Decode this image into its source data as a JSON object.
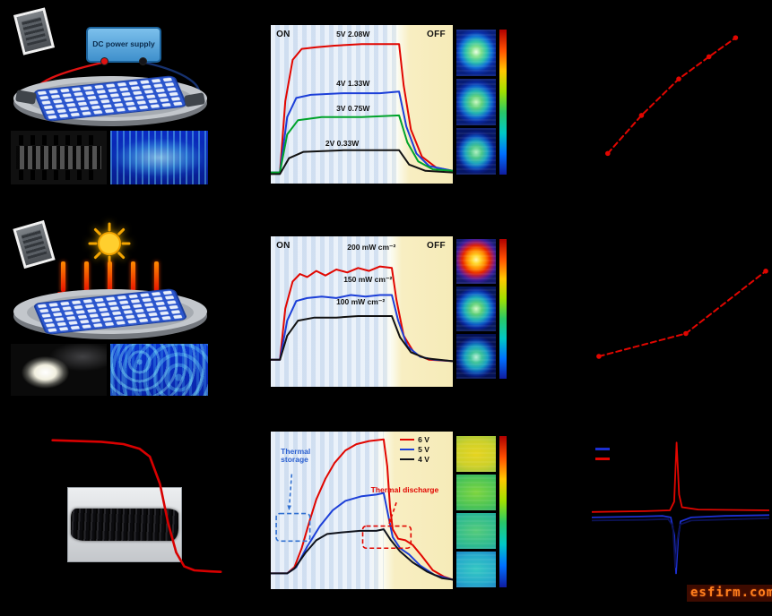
{
  "schematic": {
    "power_supply_label": "DC power supply"
  },
  "watermark": {
    "text": "esfirm.com"
  },
  "colors": {
    "accent_red": "#e10600",
    "accent_blue": "#1c3fd8",
    "accent_green": "#00a32a",
    "on_region": "#dce8f6",
    "off_region": "#f6ebb8",
    "ir_colorbar": [
      "#b00000",
      "#ff5000",
      "#ffc800",
      "#a0e000",
      "#28c868",
      "#00c8c8",
      "#0070ff",
      "#101ca0"
    ]
  },
  "chart_data": [
    {
      "id": "joule-heating-curves",
      "type": "line",
      "on_label": "ON",
      "off_label": "OFF",
      "on_fraction": 0.705,
      "xlabel": "",
      "ylabel": "",
      "series": [
        {
          "name": "5V 2.08W",
          "color": "#e10600",
          "points": [
            [
              0,
              0.07
            ],
            [
              0.05,
              0.07
            ],
            [
              0.08,
              0.52
            ],
            [
              0.12,
              0.78
            ],
            [
              0.17,
              0.85
            ],
            [
              0.25,
              0.86
            ],
            [
              0.35,
              0.87
            ],
            [
              0.5,
              0.88
            ],
            [
              0.62,
              0.88
            ],
            [
              0.705,
              0.88
            ],
            [
              0.73,
              0.62
            ],
            [
              0.77,
              0.34
            ],
            [
              0.83,
              0.17
            ],
            [
              0.91,
              0.1
            ],
            [
              1,
              0.08
            ]
          ]
        },
        {
          "name": "4V 1.33W",
          "color": "#1c3fd8",
          "points": [
            [
              0,
              0.07
            ],
            [
              0.05,
              0.07
            ],
            [
              0.09,
              0.42
            ],
            [
              0.14,
              0.54
            ],
            [
              0.22,
              0.56
            ],
            [
              0.4,
              0.57
            ],
            [
              0.6,
              0.57
            ],
            [
              0.705,
              0.58
            ],
            [
              0.745,
              0.36
            ],
            [
              0.8,
              0.19
            ],
            [
              0.87,
              0.11
            ],
            [
              1,
              0.08
            ]
          ]
        },
        {
          "name": "3V 0.75W",
          "color": "#00a32a",
          "points": [
            [
              0,
              0.07
            ],
            [
              0.05,
              0.07
            ],
            [
              0.09,
              0.31
            ],
            [
              0.15,
              0.4
            ],
            [
              0.28,
              0.42
            ],
            [
              0.5,
              0.42
            ],
            [
              0.705,
              0.43
            ],
            [
              0.75,
              0.26
            ],
            [
              0.81,
              0.14
            ],
            [
              0.89,
              0.09
            ],
            [
              1,
              0.08
            ]
          ]
        },
        {
          "name": "2V 0.33W",
          "color": "#121212",
          "points": [
            [
              0,
              0.06
            ],
            [
              0.05,
              0.06
            ],
            [
              0.1,
              0.16
            ],
            [
              0.18,
              0.2
            ],
            [
              0.4,
              0.21
            ],
            [
              0.705,
              0.21
            ],
            [
              0.76,
              0.12
            ],
            [
              0.85,
              0.08
            ],
            [
              1,
              0.07
            ]
          ]
        }
      ],
      "labels": [
        {
          "text": "5V 2.08W",
          "x": 0.36,
          "y": 0.035
        },
        {
          "text": "4V 1.33W",
          "x": 0.36,
          "y": 0.345
        },
        {
          "text": "3V 0.75W",
          "x": 0.36,
          "y": 0.5
        },
        {
          "text": "2V 0.33W",
          "x": 0.3,
          "y": 0.725
        }
      ]
    },
    {
      "id": "temp-vs-power",
      "type": "scatter",
      "xlabel": "",
      "ylabel": "",
      "series": [
        {
          "name": "",
          "color": "#e10600",
          "dashed": true,
          "markers": true,
          "points": [
            [
              0.09,
              0.19
            ],
            [
              0.28,
              0.43
            ],
            [
              0.49,
              0.66
            ],
            [
              0.66,
              0.8
            ],
            [
              0.81,
              0.92
            ]
          ]
        }
      ]
    },
    {
      "id": "photothermal-heating-curves",
      "type": "line",
      "on_label": "ON",
      "off_label": "OFF",
      "on_fraction": 0.665,
      "xlabel": "",
      "ylabel": "",
      "series": [
        {
          "name": "200 mW cm⁻²",
          "color": "#e10600",
          "points": [
            [
              0,
              0.18
            ],
            [
              0.05,
              0.18
            ],
            [
              0.08,
              0.52
            ],
            [
              0.12,
              0.7
            ],
            [
              0.16,
              0.75
            ],
            [
              0.2,
              0.73
            ],
            [
              0.25,
              0.77
            ],
            [
              0.3,
              0.74
            ],
            [
              0.36,
              0.78
            ],
            [
              0.42,
              0.76
            ],
            [
              0.48,
              0.79
            ],
            [
              0.54,
              0.77
            ],
            [
              0.6,
              0.8
            ],
            [
              0.665,
              0.79
            ],
            [
              0.69,
              0.58
            ],
            [
              0.73,
              0.34
            ],
            [
              0.79,
              0.22
            ],
            [
              0.87,
              0.18
            ],
            [
              1,
              0.17
            ]
          ]
        },
        {
          "name": "150 mW cm⁻²",
          "color": "#1c3fd8",
          "points": [
            [
              0,
              0.18
            ],
            [
              0.05,
              0.18
            ],
            [
              0.09,
              0.44
            ],
            [
              0.14,
              0.57
            ],
            [
              0.2,
              0.59
            ],
            [
              0.28,
              0.6
            ],
            [
              0.36,
              0.59
            ],
            [
              0.44,
              0.61
            ],
            [
              0.52,
              0.6
            ],
            [
              0.6,
              0.61
            ],
            [
              0.665,
              0.61
            ],
            [
              0.7,
              0.44
            ],
            [
              0.75,
              0.27
            ],
            [
              0.82,
              0.2
            ],
            [
              0.9,
              0.18
            ],
            [
              1,
              0.17
            ]
          ]
        },
        {
          "name": "100 mW cm⁻²",
          "color": "#121212",
          "points": [
            [
              0,
              0.18
            ],
            [
              0.05,
              0.18
            ],
            [
              0.09,
              0.34
            ],
            [
              0.15,
              0.44
            ],
            [
              0.24,
              0.46
            ],
            [
              0.36,
              0.46
            ],
            [
              0.48,
              0.47
            ],
            [
              0.6,
              0.47
            ],
            [
              0.665,
              0.47
            ],
            [
              0.71,
              0.33
            ],
            [
              0.77,
              0.23
            ],
            [
              0.85,
              0.19
            ],
            [
              1,
              0.17
            ]
          ]
        }
      ],
      "labels": [
        {
          "text": "200 mW cm⁻²",
          "x": 0.42,
          "y": 0.05
        },
        {
          "text": "150 mW cm⁻²",
          "x": 0.4,
          "y": 0.26
        },
        {
          "text": "100 mW cm⁻²",
          "x": 0.36,
          "y": 0.41
        }
      ]
    },
    {
      "id": "temp-vs-light-intensity",
      "type": "scatter",
      "xlabel": "",
      "ylabel": "",
      "series": [
        {
          "name": "",
          "color": "#e10600",
          "dashed": true,
          "markers": true,
          "points": [
            [
              0.04,
              0.2
            ],
            [
              0.53,
              0.35
            ],
            [
              0.98,
              0.76
            ]
          ]
        }
      ]
    },
    {
      "id": "tga-curve",
      "type": "line",
      "xlabel": "",
      "ylabel": "",
      "series": [
        {
          "name": "",
          "color": "#d80000",
          "width": 2.6,
          "points": [
            [
              0.1,
              0.95
            ],
            [
              0.22,
              0.945
            ],
            [
              0.34,
              0.94
            ],
            [
              0.45,
              0.925
            ],
            [
              0.53,
              0.895
            ],
            [
              0.58,
              0.845
            ],
            [
              0.63,
              0.67
            ],
            [
              0.67,
              0.42
            ],
            [
              0.71,
              0.23
            ],
            [
              0.75,
              0.14
            ],
            [
              0.8,
              0.115
            ],
            [
              0.88,
              0.108
            ],
            [
              0.93,
              0.105
            ]
          ]
        }
      ]
    },
    {
      "id": "storage-discharge-curves",
      "type": "line",
      "on_fraction": 0.62,
      "xlabel": "",
      "ylabel": "",
      "series": [
        {
          "name": "6 V",
          "color": "#e10600",
          "points": [
            [
              0,
              0.1
            ],
            [
              0.09,
              0.1
            ],
            [
              0.13,
              0.14
            ],
            [
              0.17,
              0.26
            ],
            [
              0.21,
              0.42
            ],
            [
              0.25,
              0.57
            ],
            [
              0.3,
              0.7
            ],
            [
              0.35,
              0.8
            ],
            [
              0.41,
              0.88
            ],
            [
              0.47,
              0.92
            ],
            [
              0.54,
              0.94
            ],
            [
              0.62,
              0.95
            ],
            [
              0.64,
              0.78
            ],
            [
              0.655,
              0.52
            ],
            [
              0.67,
              0.38
            ],
            [
              0.7,
              0.32
            ],
            [
              0.74,
              0.31
            ],
            [
              0.78,
              0.28
            ],
            [
              0.83,
              0.21
            ],
            [
              0.89,
              0.12
            ],
            [
              0.95,
              0.08
            ],
            [
              1,
              0.06
            ]
          ]
        },
        {
          "name": "5 V",
          "color": "#1c3fd8",
          "points": [
            [
              0,
              0.1
            ],
            [
              0.09,
              0.1
            ],
            [
              0.14,
              0.14
            ],
            [
              0.2,
              0.27
            ],
            [
              0.27,
              0.4
            ],
            [
              0.34,
              0.5
            ],
            [
              0.41,
              0.56
            ],
            [
              0.5,
              0.59
            ],
            [
              0.58,
              0.6
            ],
            [
              0.62,
              0.61
            ],
            [
              0.645,
              0.47
            ],
            [
              0.67,
              0.33
            ],
            [
              0.71,
              0.26
            ],
            [
              0.76,
              0.22
            ],
            [
              0.82,
              0.15
            ],
            [
              0.9,
              0.09
            ],
            [
              1,
              0.06
            ]
          ]
        },
        {
          "name": "4 V",
          "color": "#10131c",
          "points": [
            [
              0,
              0.1
            ],
            [
              0.09,
              0.1
            ],
            [
              0.13,
              0.13
            ],
            [
              0.19,
              0.23
            ],
            [
              0.25,
              0.31
            ],
            [
              0.31,
              0.35
            ],
            [
              0.39,
              0.36
            ],
            [
              0.49,
              0.37
            ],
            [
              0.58,
              0.37
            ],
            [
              0.62,
              0.38
            ],
            [
              0.66,
              0.31
            ],
            [
              0.71,
              0.24
            ],
            [
              0.78,
              0.17
            ],
            [
              0.86,
              0.11
            ],
            [
              0.94,
              0.07
            ],
            [
              1,
              0.06
            ]
          ]
        }
      ],
      "labels": [
        {
          "text": "Thermal storage",
          "color": "#2a5fd0",
          "x": 0.055,
          "y": 0.1,
          "wrap": true
        },
        {
          "text": "Thermal discharge",
          "color": "#e10600",
          "x": 0.55,
          "y": 0.345
        }
      ],
      "boxes": [
        {
          "color": "#2f6fd0",
          "x": 0.03,
          "y": 0.52,
          "w": 0.185,
          "h": 0.175
        },
        {
          "color": "#e10600",
          "x": 0.505,
          "y": 0.6,
          "w": 0.265,
          "h": 0.14
        }
      ],
      "arrows": [
        {
          "color": "#2f6fd0",
          "x1": 0.115,
          "y1": 0.27,
          "x2": 0.1,
          "y2": 0.5
        },
        {
          "color": "#e10600",
          "x1": 0.69,
          "y1": 0.45,
          "x2": 0.65,
          "y2": 0.585
        }
      ],
      "legend": {
        "x": 0.71,
        "y": 0.02
      }
    },
    {
      "id": "dsc-curves",
      "type": "line",
      "xlabel": "",
      "ylabel": "",
      "series": [
        {
          "name": "",
          "color": "#1c2fd0",
          "width": 1.8,
          "points": [
            [
              0,
              0.455
            ],
            [
              0.25,
              0.46
            ],
            [
              0.4,
              0.465
            ],
            [
              0.445,
              0.455
            ],
            [
              0.465,
              0.34
            ],
            [
              0.475,
              0.1
            ],
            [
              0.487,
              0.33
            ],
            [
              0.5,
              0.43
            ],
            [
              0.56,
              0.455
            ],
            [
              0.75,
              0.465
            ],
            [
              1,
              0.47
            ]
          ]
        },
        {
          "name": "",
          "color": "#0c1254",
          "width": 1.8,
          "points": [
            [
              0,
              0.435
            ],
            [
              0.3,
              0.44
            ],
            [
              0.43,
              0.445
            ],
            [
              0.457,
              0.4
            ],
            [
              0.47,
              0.14
            ],
            [
              0.482,
              0.31
            ],
            [
              0.497,
              0.41
            ],
            [
              0.56,
              0.435
            ],
            [
              1,
              0.45
            ]
          ]
        },
        {
          "name": "",
          "color": "#e10600",
          "width": 1.8,
          "points": [
            [
              0,
              0.49
            ],
            [
              0.3,
              0.495
            ],
            [
              0.44,
              0.5
            ],
            [
              0.464,
              0.555
            ],
            [
              0.478,
              0.93
            ],
            [
              0.492,
              0.6
            ],
            [
              0.508,
              0.52
            ],
            [
              0.6,
              0.505
            ],
            [
              1,
              0.5
            ]
          ]
        }
      ],
      "legend": {
        "x": 0.02,
        "y": 0.08,
        "items": [
          0,
          2
        ]
      }
    }
  ]
}
